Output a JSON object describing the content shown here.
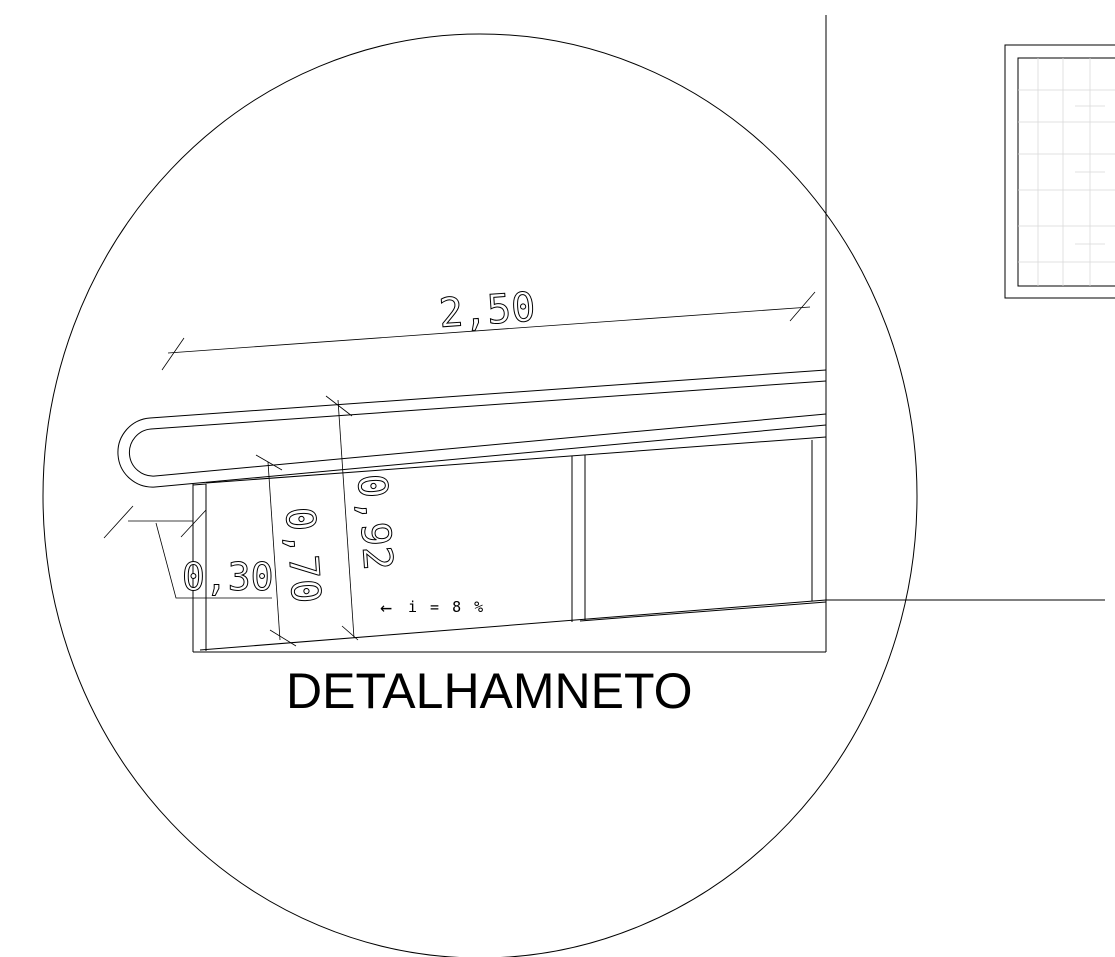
{
  "drawing": {
    "title": "DETALHAMNETO",
    "dimensions": {
      "length": "2,50",
      "handrail_low": "0,70",
      "handrail_high": "0,92",
      "extension": "0,30"
    },
    "slope_note": "i = 8 %",
    "slope_arrow": "←"
  }
}
